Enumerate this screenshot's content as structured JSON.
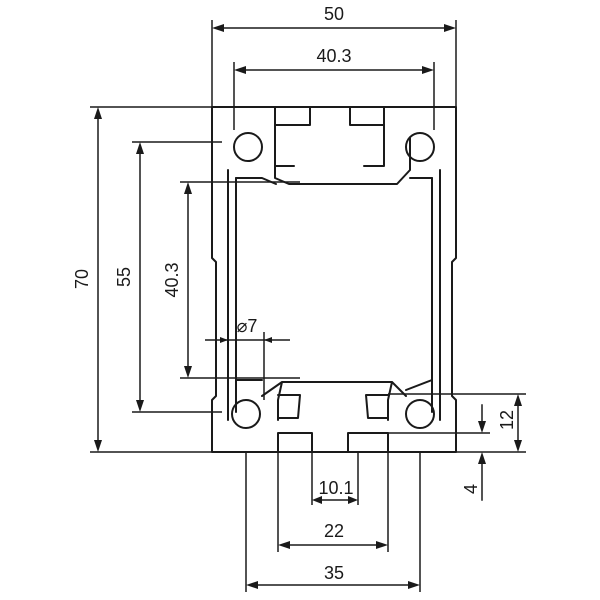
{
  "drawing": {
    "dimensions": {
      "overall_width": "50",
      "inner_width": "40.3",
      "overall_height": "70",
      "slot_center_height": "55",
      "inner_height": "40.3",
      "wall_thickness": "⌀7",
      "slot_depth": "12",
      "lip_thickness": "4",
      "slot_opening": "10.1",
      "slot_width": "22",
      "slot_span": "35"
    }
  }
}
